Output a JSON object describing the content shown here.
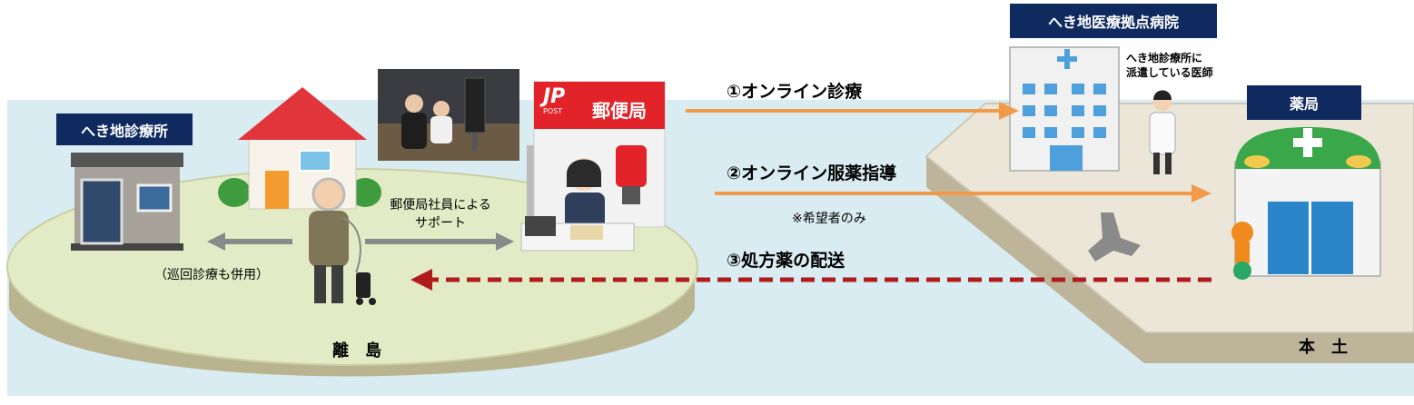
{
  "labels": {
    "clinic": "へき地診療所",
    "hospital": "へき地医療拠点病院",
    "pharmacy": "薬局",
    "post_office": "郵便局",
    "jp_logo": "JP",
    "jp_post": "POST"
  },
  "doctor_note": [
    "へき地診療所に",
    "派遣している医師"
  ],
  "flows": {
    "online_care": "①オンライン診療",
    "online_medication": "②オンライン服薬指導",
    "medication_note": "※希望者のみ",
    "delivery": "③処方薬の配送"
  },
  "support": [
    "郵便局社員による",
    "サポート"
  ],
  "patrol_note": "（巡回診療も併用）",
  "places": {
    "island": "離　島",
    "mainland": "本　土"
  },
  "colors": {
    "navy": "#0f2a5e",
    "arrow_orange": "#f29a4a",
    "arrow_red_dashed": "#b01c1c",
    "arrow_gray": "#8a8a8a",
    "sea": "#d9ecf1",
    "island_top": "#e3ebc6",
    "mainland_top": "#ebe6d8"
  }
}
